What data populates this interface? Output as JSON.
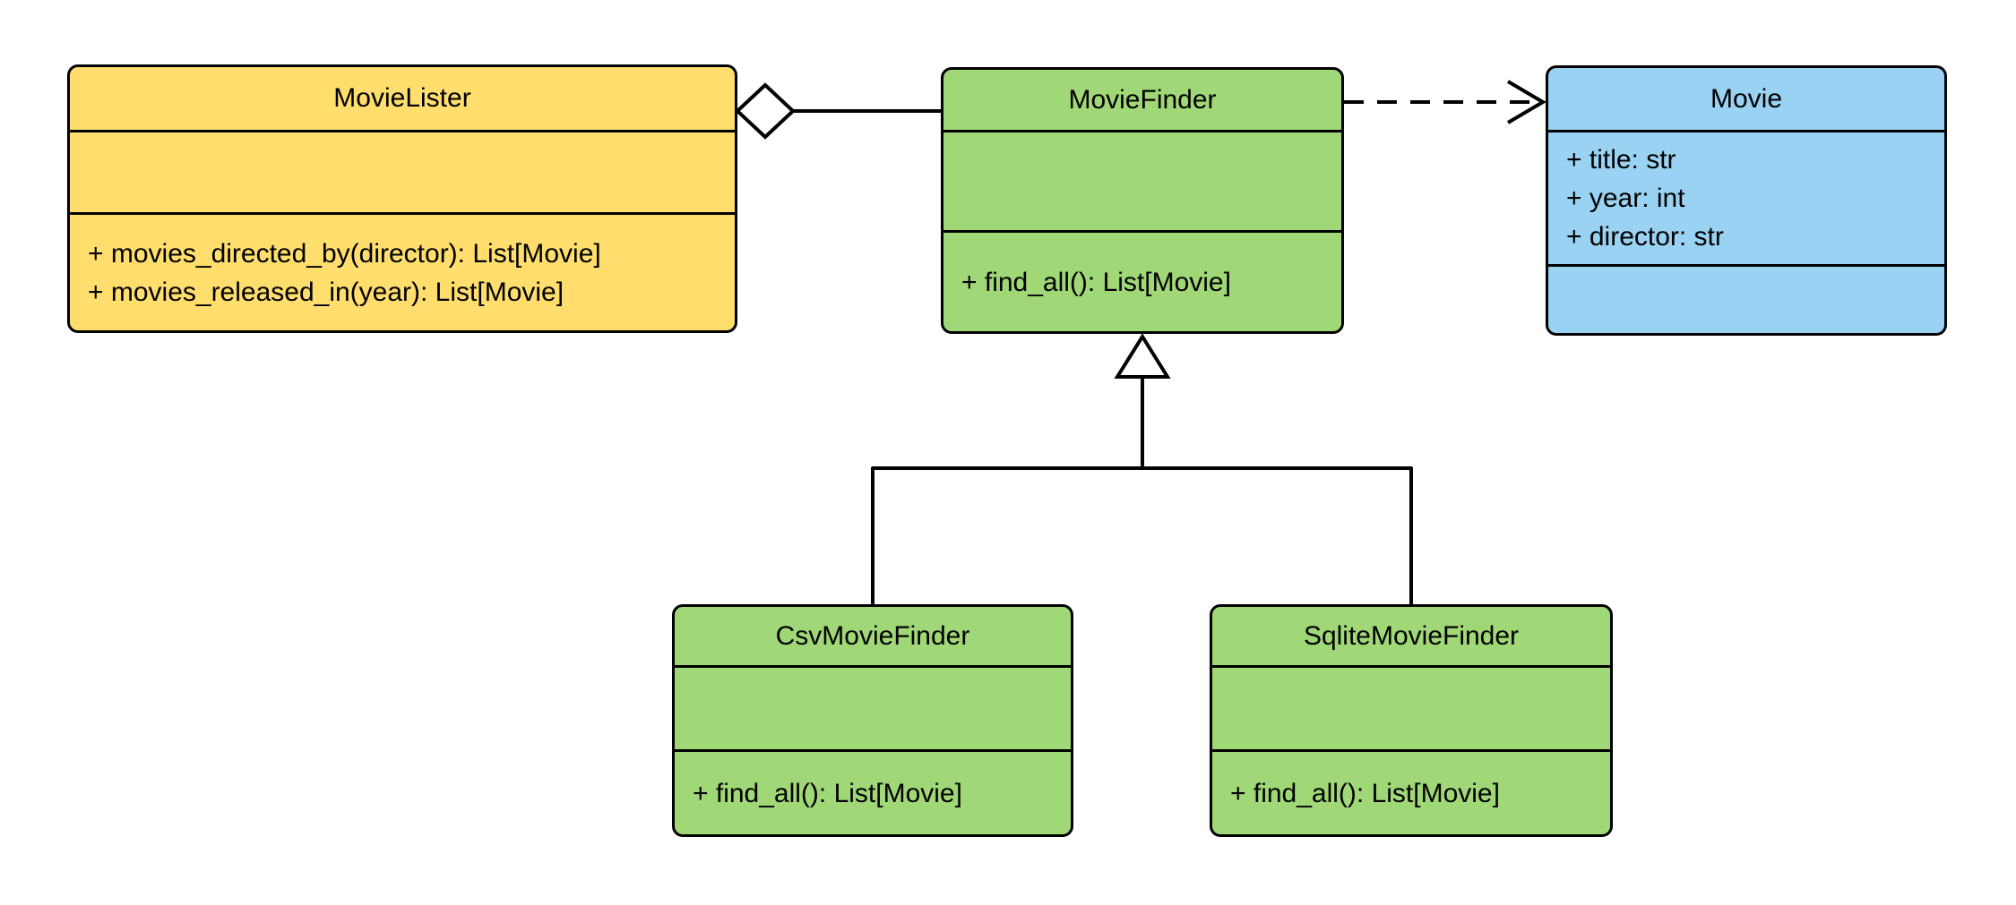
{
  "diagram": {
    "kind": "uml-class-diagram",
    "background_color": "#FFFFFF",
    "stroke_color": "#000000",
    "text_color": "#000000",
    "fill_colors": {
      "yellow": "#FFDE6E",
      "green": "#A0D877",
      "blue": "#99D2F2"
    }
  },
  "classes": [
    {
      "name": "MovieLister",
      "fill": "#FFDE6E",
      "attributes": [],
      "methods": [
        "+ movies_directed_by(director): List[Movie]",
        "+ movies_released_in(year): List[Movie]"
      ]
    },
    {
      "name": "MovieFinder",
      "fill": "#A0D877",
      "attributes": [],
      "methods": [
        "+ find_all(): List[Movie]"
      ]
    },
    {
      "name": "Movie",
      "fill": "#99D2F2",
      "attributes": [
        "+ title: str",
        "+ year: int",
        "+ director: str"
      ],
      "methods": []
    },
    {
      "name": "CsvMovieFinder",
      "fill": "#A0D877",
      "attributes": [],
      "methods": [
        "+ find_all(): List[Movie]"
      ]
    },
    {
      "name": "SqliteMovieFinder",
      "fill": "#A0D877",
      "attributes": [],
      "methods": [
        "+ find_all(): List[Movie]"
      ]
    }
  ],
  "relationships": [
    {
      "type": "aggregation",
      "from": "MovieLister",
      "to": "MovieFinder",
      "line": "solid",
      "marker": "hollow-diamond-at-MovieLister"
    },
    {
      "type": "dependency",
      "from": "MovieFinder",
      "to": "Movie",
      "line": "dashed",
      "marker": "open-arrow-at-Movie"
    },
    {
      "type": "generalization",
      "from": "CsvMovieFinder",
      "to": "MovieFinder",
      "line": "solid",
      "marker": "hollow-triangle-at-MovieFinder"
    },
    {
      "type": "generalization",
      "from": "SqliteMovieFinder",
      "to": "MovieFinder",
      "line": "solid",
      "marker": "hollow-triangle-at-MovieFinder"
    }
  ]
}
